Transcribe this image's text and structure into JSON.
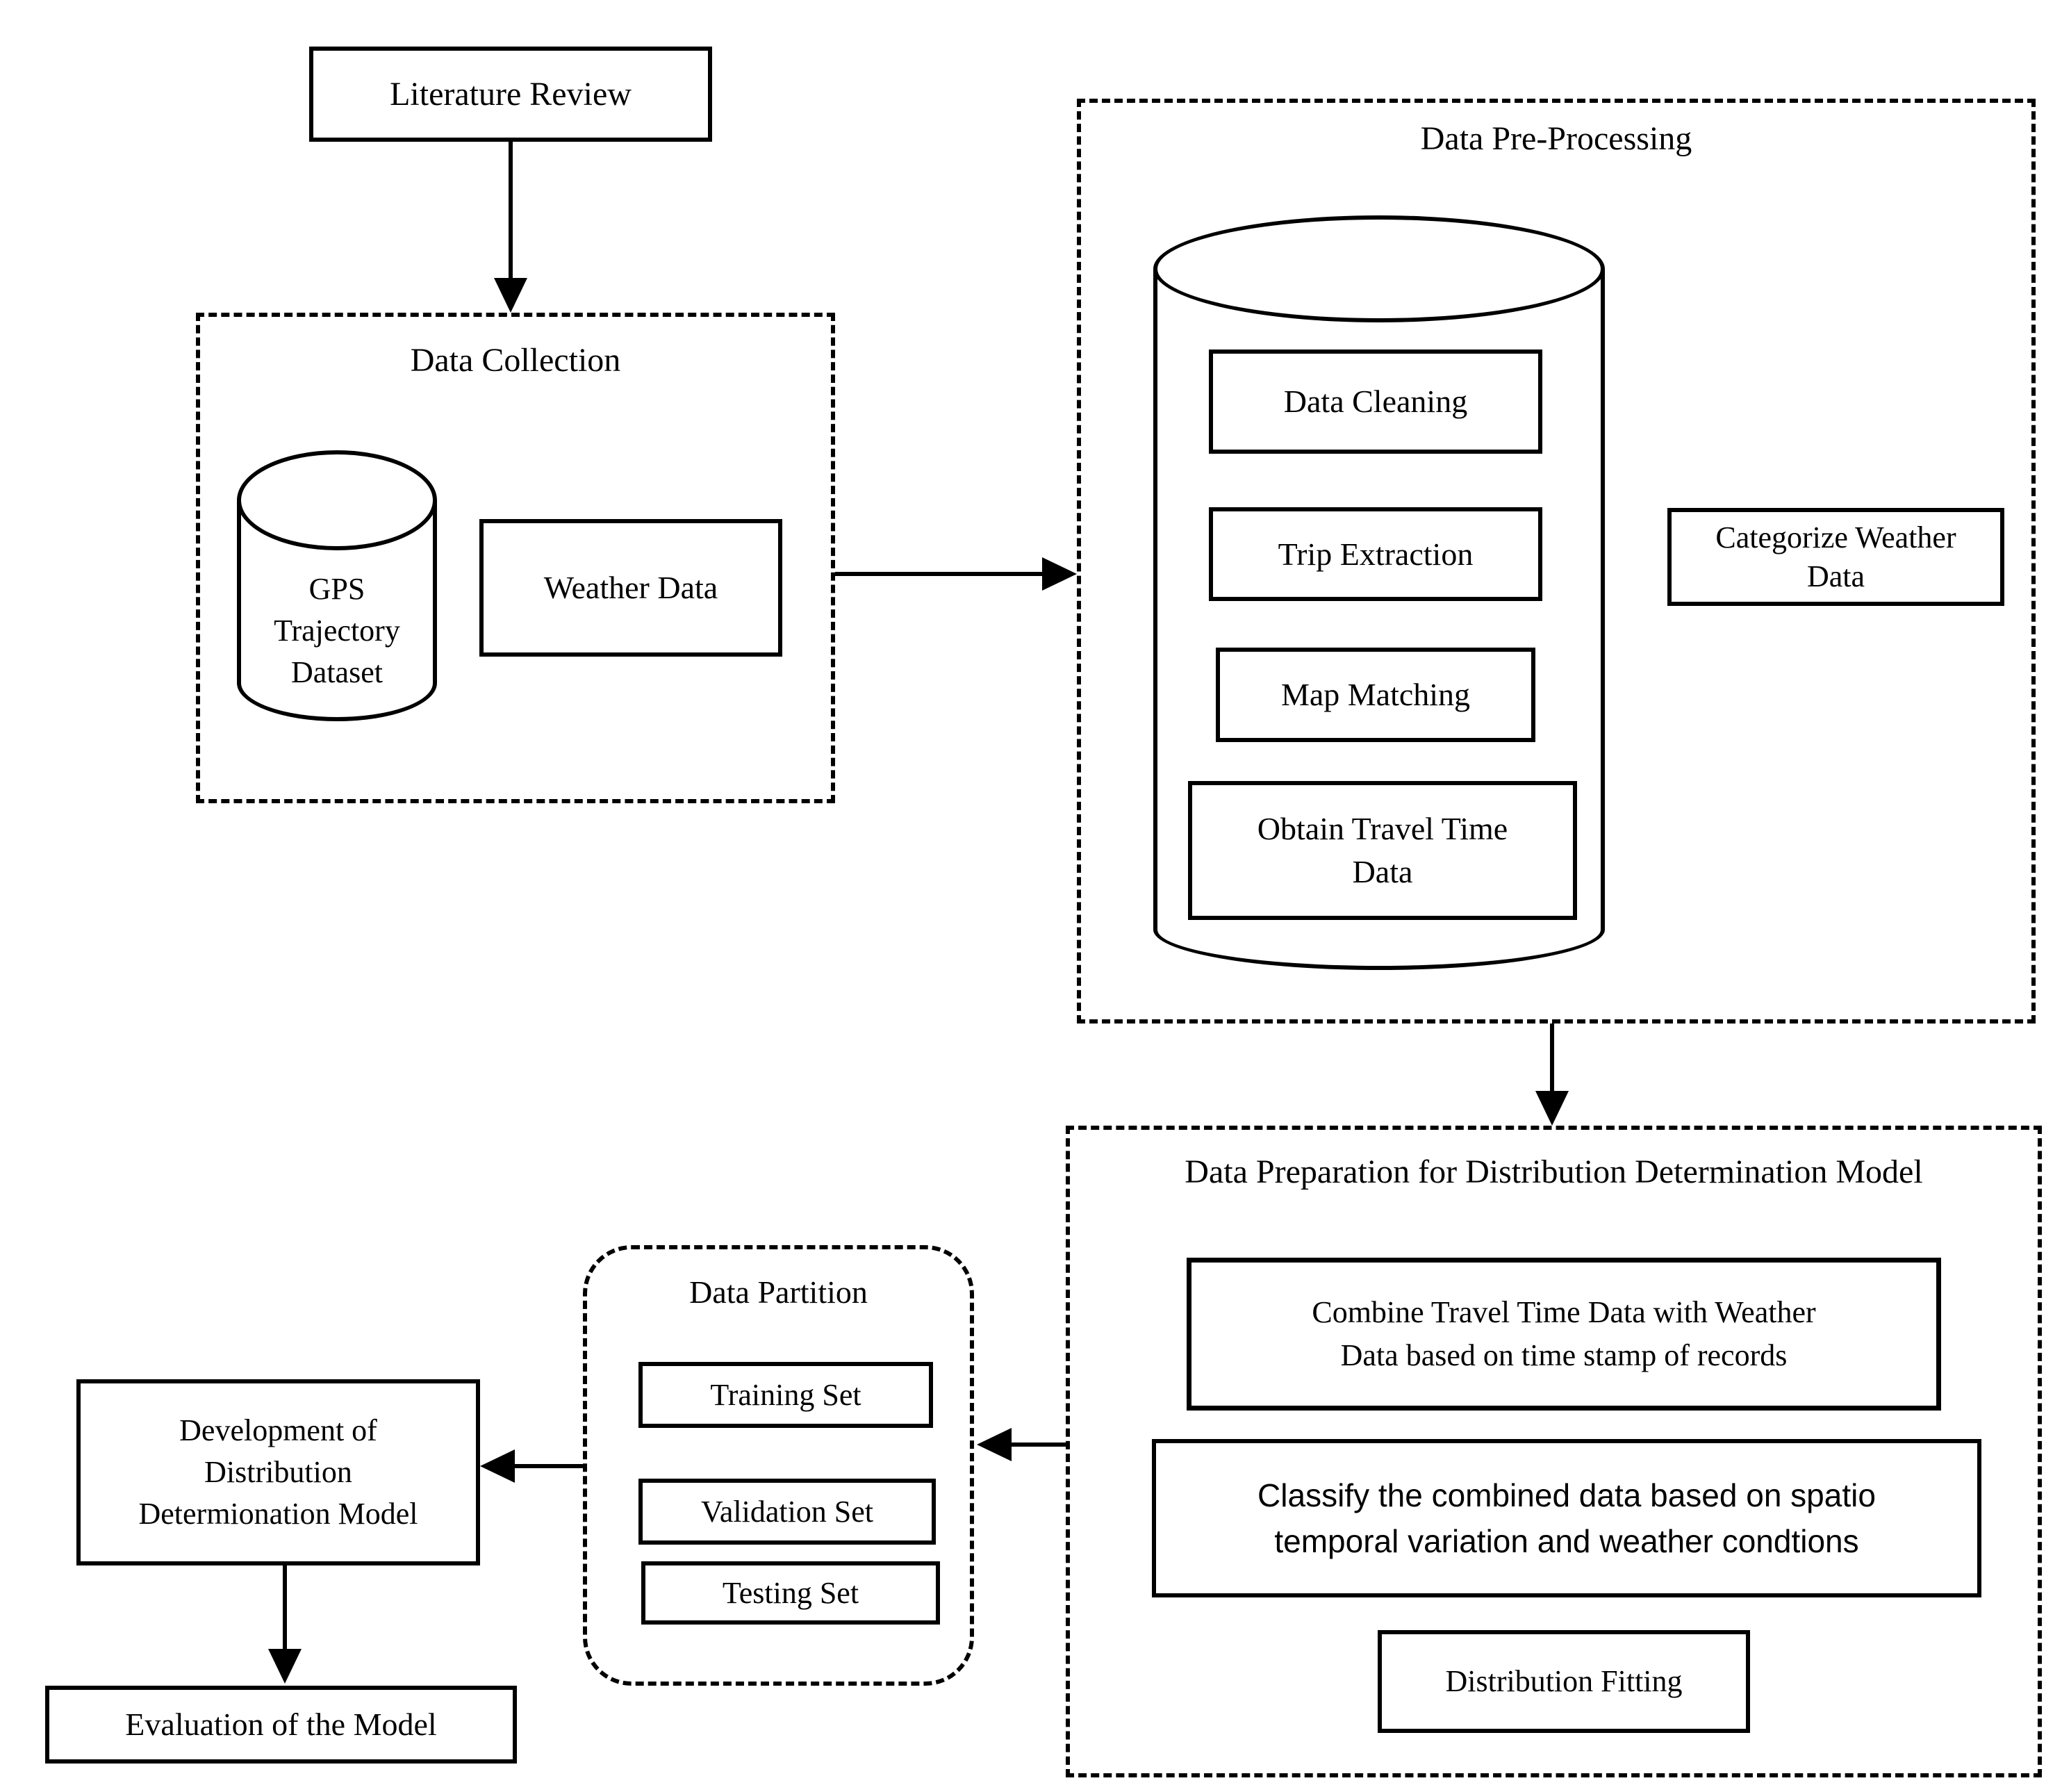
{
  "palette": {
    "ink": "#000000",
    "paper": "#ffffff"
  },
  "flow": {
    "literature_review": {
      "label": "Literature Review"
    },
    "data_collection": {
      "title": "Data Collection",
      "gps_dataset_label": "GPS\nTrajectory\nDataset",
      "weather_data_label": "Weather Data"
    },
    "pre_processing": {
      "title": "Data Pre-Processing",
      "steps": [
        "Data Cleaning",
        "Trip Extraction",
        "Map Matching",
        "Obtain Travel Time\nData"
      ],
      "categorize_weather_label": "Categorize Weather\nData"
    },
    "data_preparation": {
      "title": "Data Preparation for  Distribution Determination Model",
      "combine_label": "Combine Travel Time Data with Weather\nData based on time stamp of records",
      "classify_label": "Classify the combined data based on spatio\ntemporal variation and weather condtions",
      "distribution_fitting_label": "Distribution Fitting"
    },
    "data_partition": {
      "title": "Data Partition",
      "sets": [
        "Training Set",
        "Validation Set",
        "Testing Set"
      ]
    },
    "development_label": "Development of\nDistribution\nDetermionation Model",
    "evaluation_label": "Evaluation of the Model"
  }
}
